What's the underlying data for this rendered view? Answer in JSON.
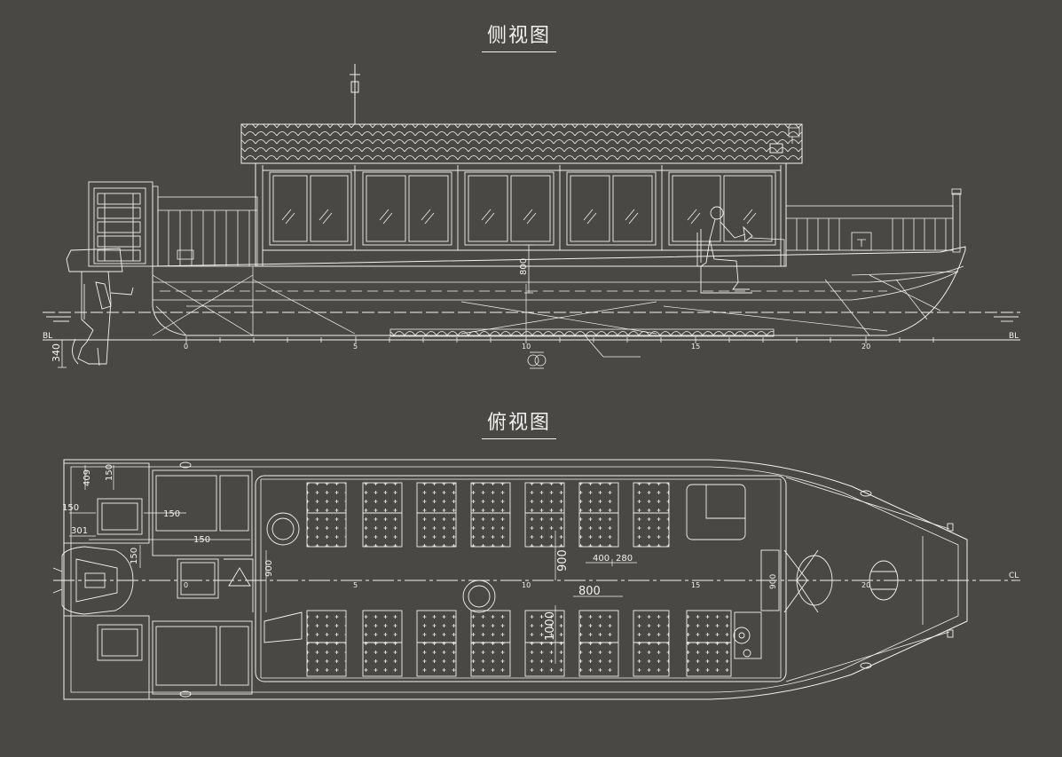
{
  "titles": {
    "side_view": "侧视图",
    "top_view": "俯视图"
  },
  "colors": {
    "background": "#4a4844",
    "line": "#f2f2f2"
  },
  "side_view": {
    "baseline_label": "BL",
    "stations": [
      "0",
      "5",
      "10",
      "15",
      "20"
    ],
    "dims": {
      "cabin_height": "800",
      "draft": "340"
    }
  },
  "top_view": {
    "centerline_label": "CL",
    "stations": [
      "0",
      "5",
      "10",
      "15",
      "20"
    ],
    "dims": {
      "d409": "409",
      "d150a": "150",
      "d150b": "150",
      "d150c": "150",
      "d301": "301",
      "d150d": "150",
      "d150e": "150",
      "d900a": "900",
      "d900b": "900",
      "d900c": "900",
      "d400": "400",
      "d280": "280",
      "d800": "800",
      "d1000": "1000"
    }
  }
}
